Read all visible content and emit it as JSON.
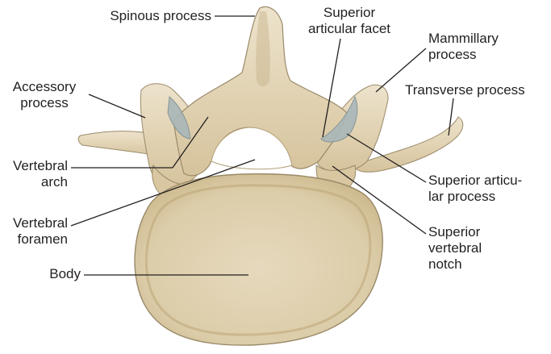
{
  "figure": {
    "bone_color": "#e8dcc2",
    "bone_shade": "#c9b68f",
    "outline_color": "#9a8a6a",
    "leader_color": "#231f20",
    "labels": {
      "spinous_process": "Spinous process",
      "superior_articular_facet": [
        "Superior",
        "articular facet"
      ],
      "mammillary_process": [
        "Mammillary",
        "process"
      ],
      "accessory_process": [
        "Accessory",
        "process"
      ],
      "transverse_process": "Transverse process",
      "vertebral_arch": [
        "Vertebral",
        "arch"
      ],
      "superior_articular_process": [
        "Superior articu-",
        "lar process"
      ],
      "vertebral_foramen": [
        "Vertebral",
        "foramen"
      ],
      "superior_vertebral_notch": [
        "Superior",
        "vertebral",
        "notch"
      ],
      "body": "Body"
    }
  }
}
